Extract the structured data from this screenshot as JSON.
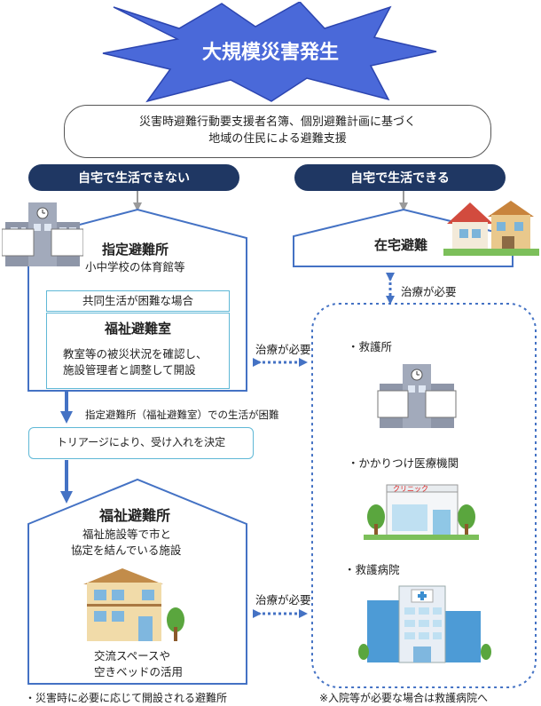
{
  "title": "大規模災害発生",
  "support_box": {
    "line1": "災害時避難行動要支援者名簿、個別避難計画に基づく",
    "line2": "地域の住民による避難支援"
  },
  "left_header": "自宅で生活できない",
  "right_header": "自宅で生活できる",
  "designated_shelter": {
    "title": "指定避難所",
    "subtitle": "小中学校の体育館等",
    "note": "共同生活が困難な場合",
    "welfare_room_title": "福祉避難室",
    "welfare_room_desc1": "教室等の被災状況を確認し、",
    "welfare_room_desc2": "施設管理者と調整して開設"
  },
  "home_evac": {
    "title": "在宅避難"
  },
  "treatment_needed_1": "治療が必要",
  "treatment_needed_2": "治療が必要",
  "treatment_needed_3": "治療が必要",
  "difficulty_note": "指定避難所（福祉避難室）での生活が困難",
  "triage": "トリアージにより、受け入れを決定",
  "welfare_shelter": {
    "title": "福祉避難所",
    "desc1": "福祉施設等で市と",
    "desc2": "協定を結んでいる施設",
    "use1": "交流スペースや",
    "use2": "空きベッドの活用"
  },
  "medical": {
    "item1": "・救護所",
    "item2": "・かかりつけ医療機関",
    "item3": "・救護病院",
    "clinic_sign": "クリニック"
  },
  "footnote_left": "・災害時に必要に応じて開設される避難所",
  "footnote_right": "※入院等が必要な場合は救護病院へ",
  "colors": {
    "navy": "#1f3763",
    "blue": "#4472c4",
    "burst": "#4a69d9",
    "teal": "#5fb8d6"
  }
}
